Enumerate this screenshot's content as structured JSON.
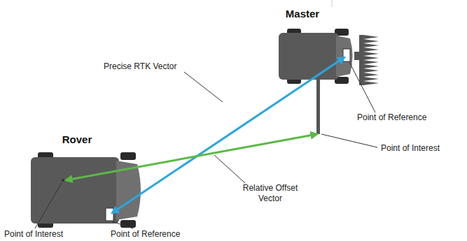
{
  "diagram": {
    "labels": [
      "Master",
      "Precise RTK Vector",
      "Point of Reference",
      "Point of Interest",
      "Rover",
      "Relative Offset Vector",
      "Point of Interest",
      "Point of Reference"
    ]
  }
}
